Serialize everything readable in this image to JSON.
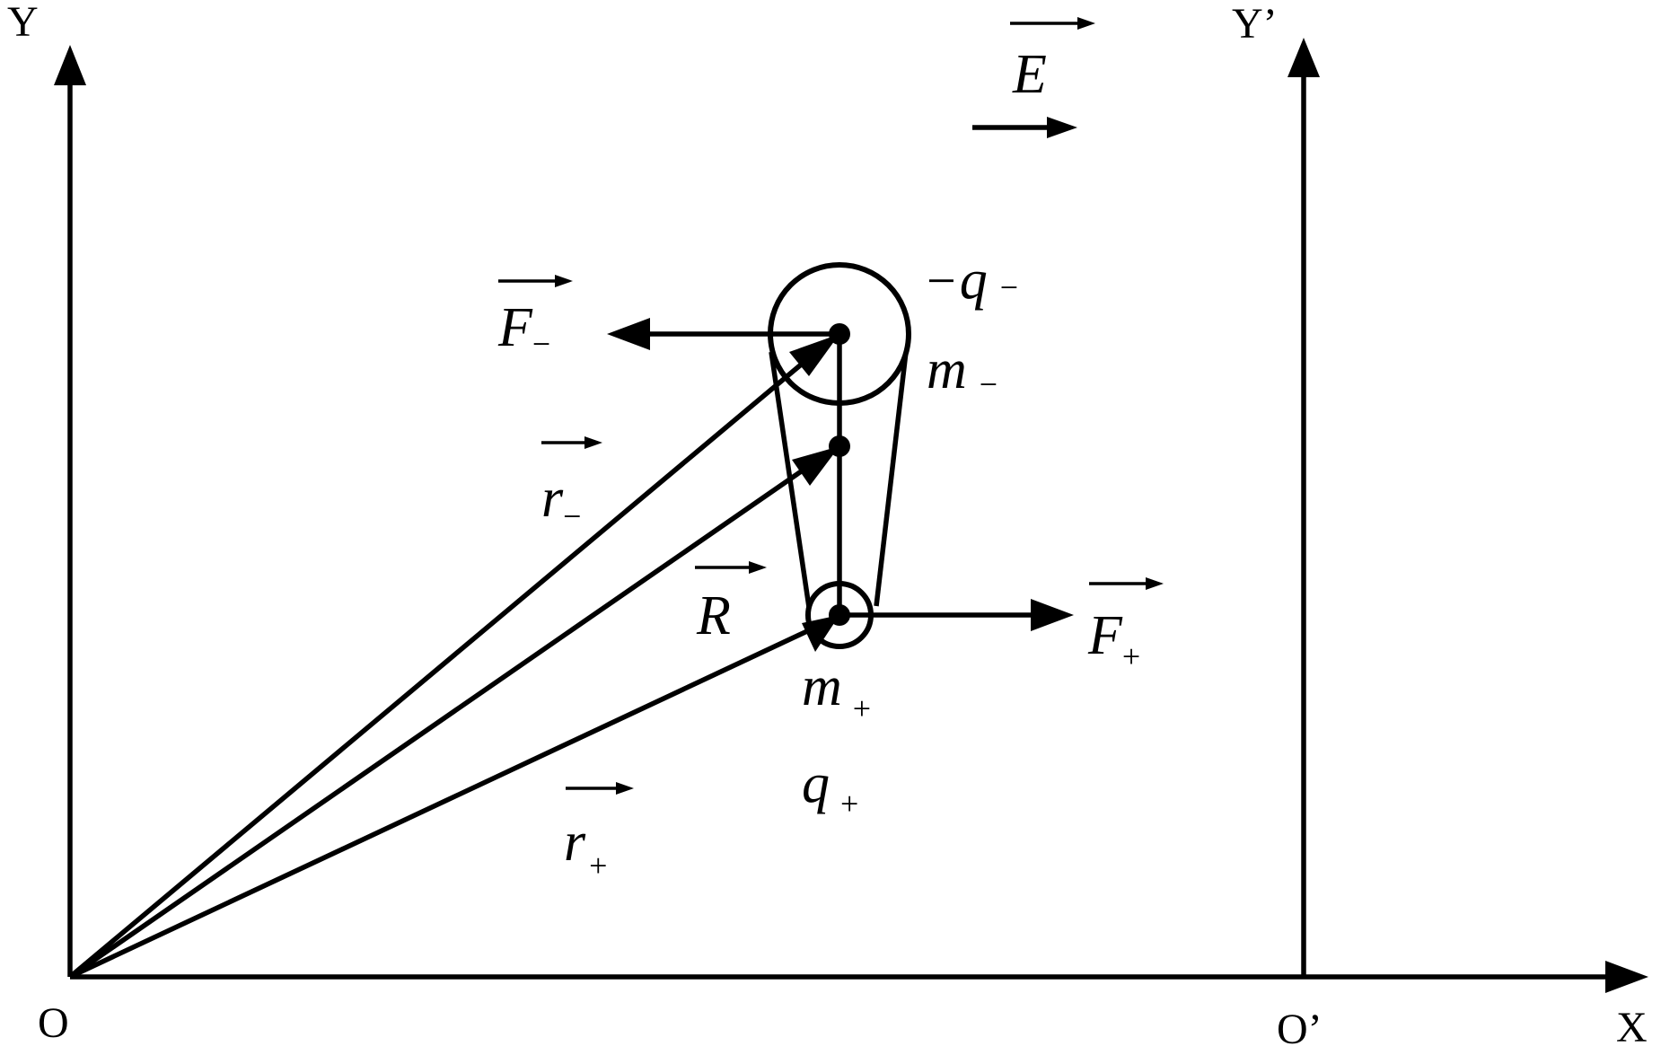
{
  "axes": {
    "origin": "O",
    "x_axis": "X",
    "y_axis": "Y",
    "origin_prime": "O’",
    "y_axis_prime": "Y’"
  },
  "field": {
    "symbol": "E"
  },
  "negative_charge": {
    "sign": "−",
    "charge_symbol": "q",
    "charge_subscript": "−",
    "mass_symbol": "m",
    "mass_subscript": "−"
  },
  "positive_charge": {
    "charge_symbol": "q",
    "charge_subscript": "+",
    "mass_symbol": "m",
    "mass_subscript": "+"
  },
  "vectors": {
    "force_negative": {
      "symbol": "F",
      "subscript": "−"
    },
    "force_positive": {
      "symbol": "F",
      "subscript": "+"
    },
    "position_negative": {
      "symbol": "r",
      "subscript": "−"
    },
    "position_positive": {
      "symbol": "r",
      "subscript": "+"
    },
    "center_of_mass": {
      "symbol": "R"
    }
  }
}
